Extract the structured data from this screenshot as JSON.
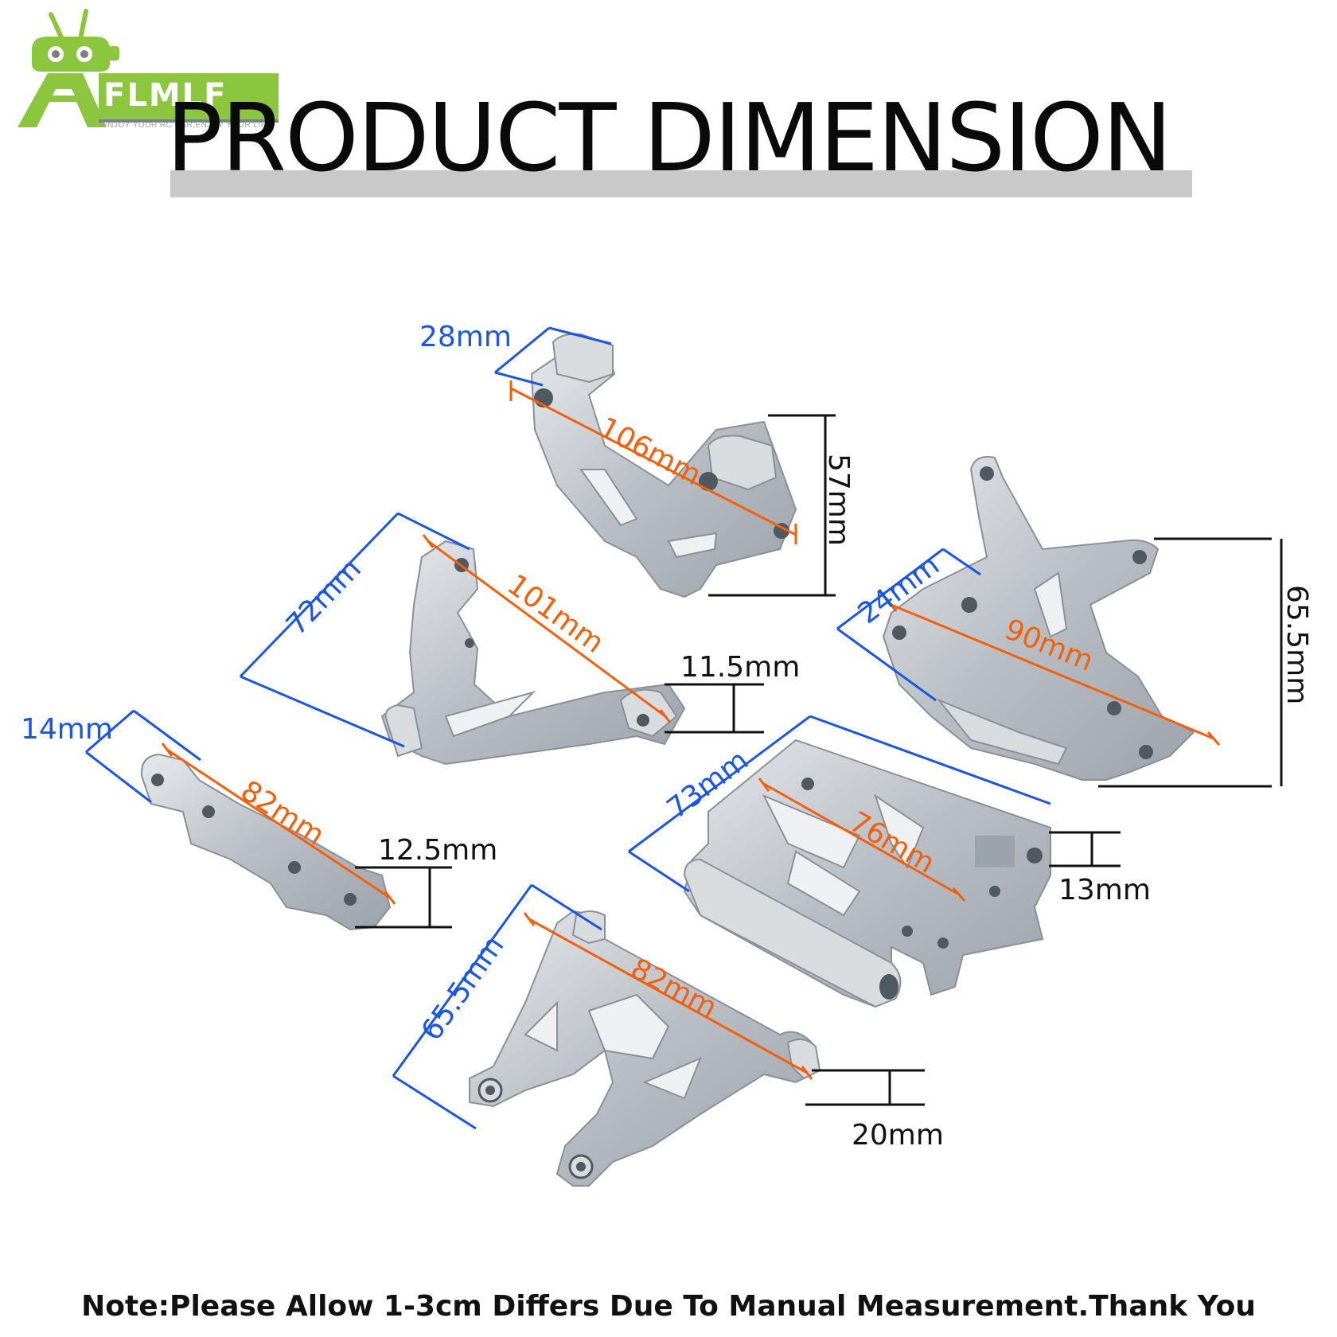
{
  "brand": {
    "name": "FLMLF",
    "tagline": "ENJOY YOUR RC CAR,ENJOY YOUR LIFE",
    "colors": {
      "logo_green": "#8cc63f",
      "logo_grey": "#7a7f80"
    }
  },
  "title": "PRODUCT DIMENSION",
  "colors": {
    "blue_dim": "#1a56e0",
    "orange_dim": "#f2600c",
    "black_dim": "#111111",
    "metal": "#c8ccd0"
  },
  "parts": [
    {
      "id": "top-bracket",
      "dims": [
        {
          "label": "28mm",
          "color": "blue"
        },
        {
          "label": "106mm",
          "color": "orange"
        },
        {
          "label": "57mm",
          "color": "black"
        }
      ]
    },
    {
      "id": "upper-arm",
      "dims": [
        {
          "label": "72mm",
          "color": "blue"
        },
        {
          "label": "101mm",
          "color": "orange"
        },
        {
          "label": "11.5mm",
          "color": "black"
        }
      ]
    },
    {
      "id": "shock-tower",
      "dims": [
        {
          "label": "24mm",
          "color": "blue"
        },
        {
          "label": "90mm",
          "color": "orange"
        },
        {
          "label": "65.5mm",
          "color": "black"
        }
      ]
    },
    {
      "id": "bar-mount",
      "dims": [
        {
          "label": "14mm",
          "color": "blue"
        },
        {
          "label": "82mm",
          "color": "orange"
        },
        {
          "label": "12.5mm",
          "color": "black"
        }
      ]
    },
    {
      "id": "skid-plate",
      "dims": [
        {
          "label": "73mm",
          "color": "blue"
        },
        {
          "label": "76mm",
          "color": "orange"
        },
        {
          "label": "13mm",
          "color": "black"
        }
      ]
    },
    {
      "id": "lower-arm",
      "dims": [
        {
          "label": "65.5mm",
          "color": "blue"
        },
        {
          "label": "82mm",
          "color": "orange"
        },
        {
          "label": "20mm",
          "color": "black"
        }
      ]
    }
  ],
  "note": "Note:Please Allow 1-3cm Differs Due To Manual Measurement.Thank You"
}
